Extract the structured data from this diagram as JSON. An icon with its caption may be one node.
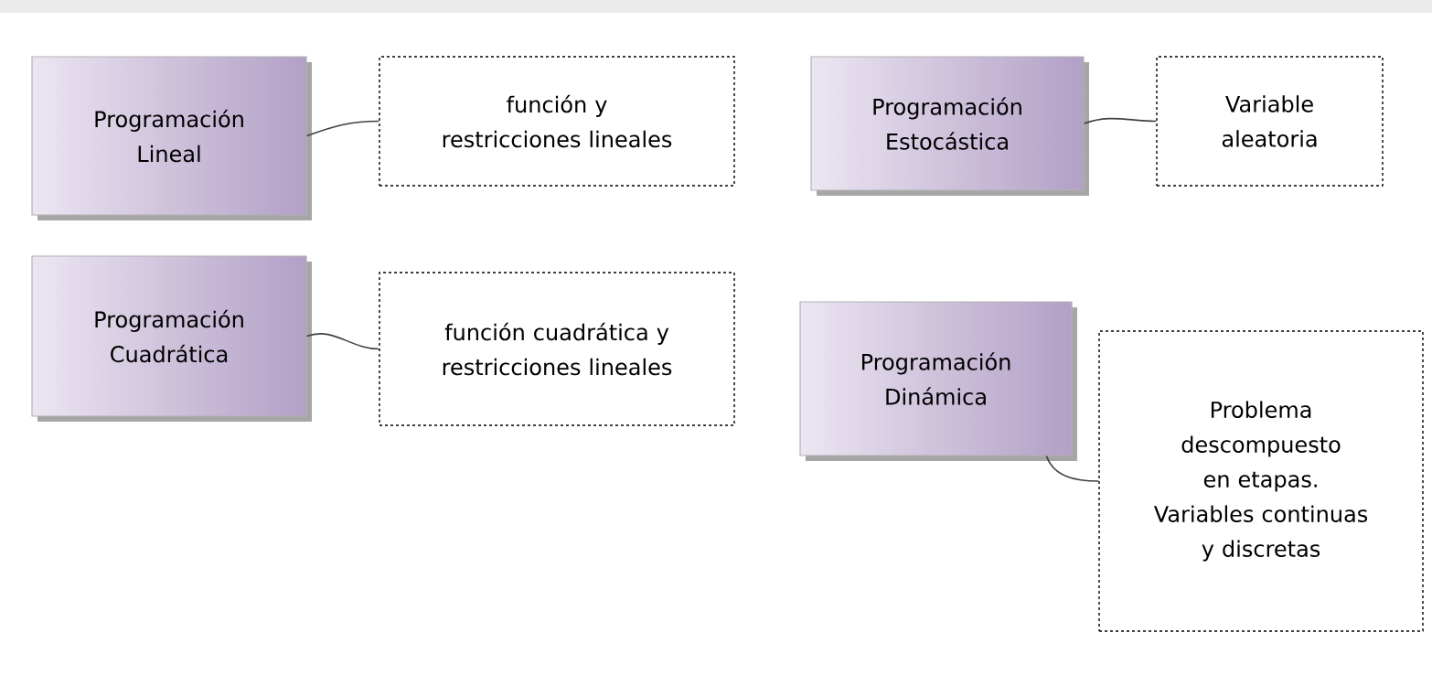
{
  "diagram": {
    "nodes": [
      {
        "text": [
          "Programación Lineal"
        ]
      },
      {
        "text": [
          "función y restricciones lineales"
        ]
      },
      {
        "text": [
          "Programación Estocástica"
        ]
      },
      {
        "text": [
          "Variable aleatoria"
        ]
      },
      {
        "text": [
          "Programación Cuadrática"
        ]
      },
      {
        "text": [
          "función cuadrática y restricciones lineales"
        ]
      },
      {
        "text": [
          "Programación Dinámica"
        ]
      },
      {
        "text": [
          "Problema descompuesto en etapas. Variables continuas y discretas"
        ]
      }
    ],
    "edges": [
      {
        "from": 0,
        "to": 1,
        "arrow": "none"
      },
      {
        "from": 2,
        "to": 3,
        "arrow": "none"
      },
      {
        "from": 4,
        "to": 5,
        "arrow": "none"
      },
      {
        "from": 6,
        "to": 7,
        "arrow": "none"
      }
    ]
  }
}
